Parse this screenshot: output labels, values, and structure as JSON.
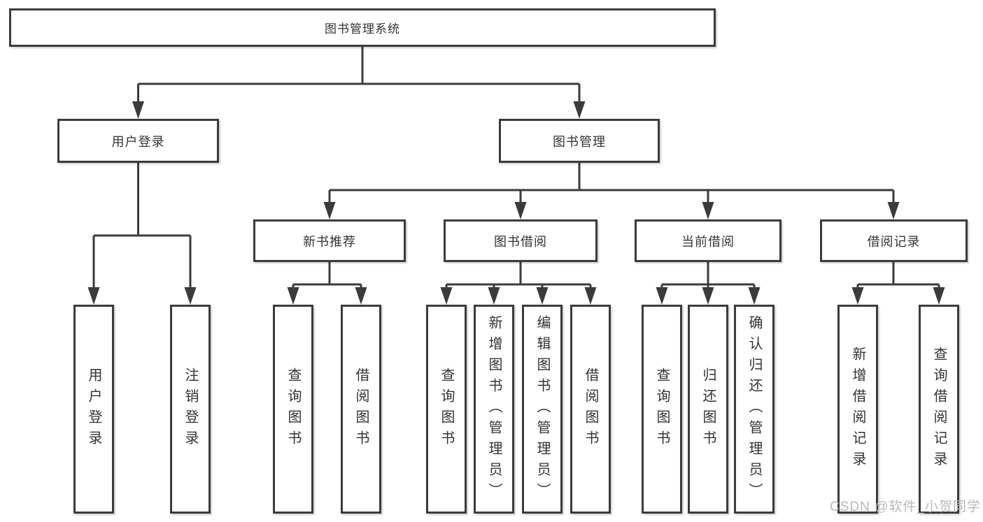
{
  "nodes": {
    "root": "图书管理系统",
    "level2": {
      "user_login": "用户登录",
      "book_mgmt": "图书管理"
    },
    "level3": {
      "new_book_rec": "新书推荐",
      "book_borrow": "图书借阅",
      "current_borrow": "当前借阅",
      "borrow_records": "借阅记录"
    },
    "leaves": {
      "user_login_1": "用户登录",
      "user_login_2": "注销登录",
      "new_book_rec_1": "查询图书",
      "new_book_rec_2": "借阅图书",
      "book_borrow_1": "查询图书",
      "book_borrow_2": "新增图书（管理员）",
      "book_borrow_3": "编辑图书（管理员）",
      "book_borrow_4": "借阅图书",
      "current_borrow_1": "查询图书",
      "current_borrow_2": "归还图书",
      "current_borrow_3": "确认归还（管理员）",
      "borrow_records_1": "新增借阅记录",
      "borrow_records_2": "查询借阅记录"
    }
  },
  "watermark": "CSDN @软件_小贺同学",
  "colors": {
    "border": "#3b3b3b",
    "line": "#3b3b3b",
    "text": "#333333",
    "watermark": "#b9b9b9",
    "background": "#ffffff"
  }
}
